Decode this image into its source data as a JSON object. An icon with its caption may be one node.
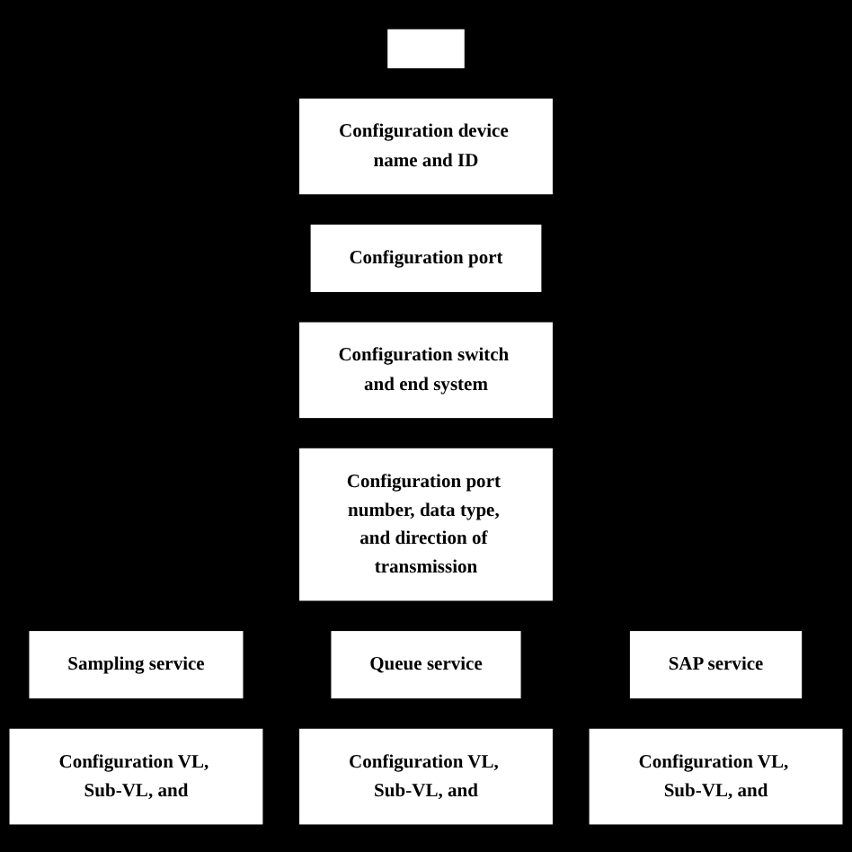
{
  "diagram": {
    "nodes": [
      {
        "text": [],
        "shape": "box"
      },
      {
        "text": [
          "Configuration device name and ID"
        ]
      },
      {
        "text": [
          "Configuration port"
        ]
      },
      {
        "text": [
          "Configuration switch and end system"
        ]
      },
      {
        "text": [
          "Configuration port number, data type, and direction of transmission"
        ]
      },
      {
        "text": [
          "Sampling service"
        ]
      },
      {
        "text": [
          "Queue service"
        ]
      },
      {
        "text": [
          "SAP service"
        ]
      },
      {
        "text": [
          "Configuration VL, Sub-VL, and"
        ]
      },
      {
        "text": [
          "Configuration VL, Sub-VL, and"
        ]
      },
      {
        "text": [
          "Configuration VL, Sub-VL, and"
        ]
      }
    ]
  }
}
